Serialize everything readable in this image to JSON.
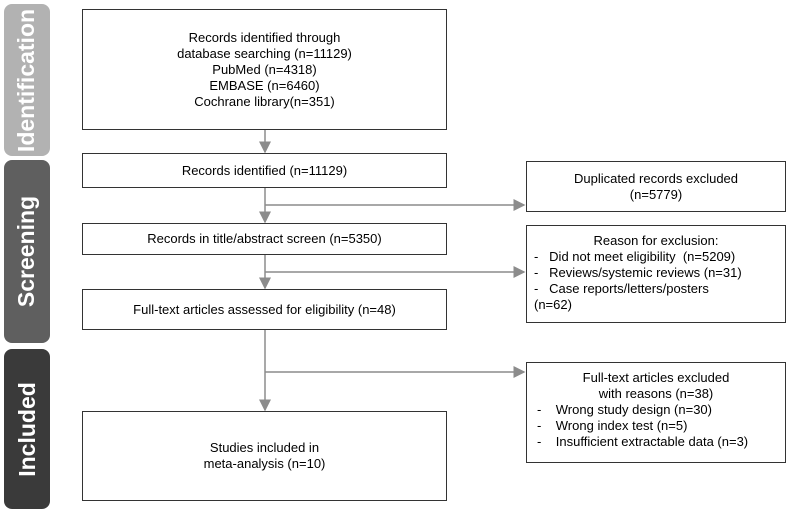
{
  "phases": {
    "identification": "Identification",
    "screening": "Screening",
    "included": "Included"
  },
  "boxes": {
    "identified_db": {
      "lines": [
        "Records identified through",
        "database searching (n=11129)",
        "PubMed (n=4318)",
        "EMBASE (n=6460)",
        "Cochrane library(n=351)"
      ]
    },
    "records_identified": {
      "lines": [
        "Records identified (n=11129)"
      ]
    },
    "title_abstract": {
      "lines": [
        "Records in title/abstract screen (n=5350)"
      ]
    },
    "full_text": {
      "lines": [
        "Full-text articles assessed for eligibility (n=48)"
      ]
    },
    "included": {
      "lines": [
        "Studies included in",
        "meta-analysis (n=10)"
      ]
    },
    "duplicates": {
      "lines": [
        "Duplicated records excluded",
        "(n=5779)"
      ]
    },
    "reason_exclusion": {
      "title": "Reason for exclusion:",
      "items": [
        "-   Did not meet eligibility  (n=5209)",
        "-   Reviews/systemic reviews (n=31)",
        "-   Case reports/letters/posters",
        "(n=62)"
      ]
    },
    "fulltext_excluded": {
      "title_lines": [
        "Full-text articles excluded",
        "with reasons (n=38)"
      ],
      "items": [
        "-    Wrong study design (n=30)",
        "-    Wrong index test (n=5)",
        "-    Insufficient extractable data (n=3)"
      ]
    }
  },
  "colors": {
    "identification": "#b2b2b2",
    "screening": "#5f5f5f",
    "included": "#3a3a3a",
    "arrow": "#8c8c8c"
  }
}
